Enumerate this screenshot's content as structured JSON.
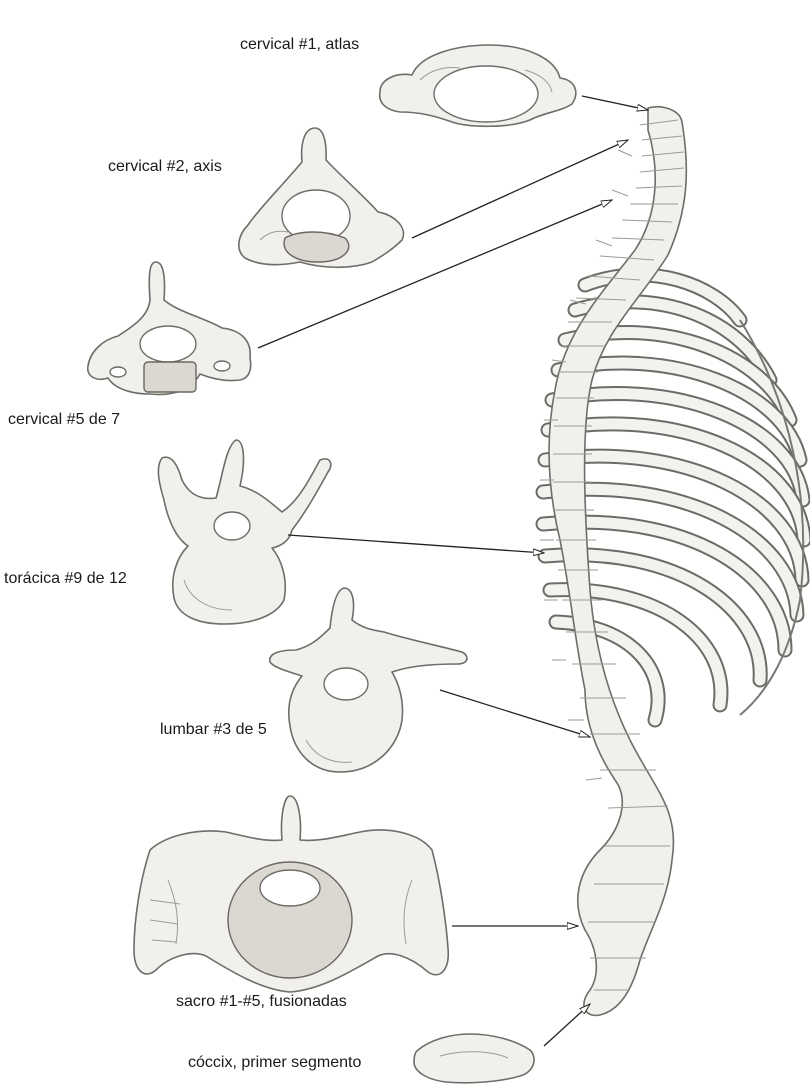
{
  "labels": {
    "atlas": "cervical #1, atlas",
    "axis": "cervical #2, axis",
    "c5": "cervical #5 de 7",
    "t9": "torácica #9 de 12",
    "l3": "lumbar #3 de 5",
    "sacrum": "sacro #1-#5, fusionadas",
    "coccyx": "cóccix, primer segmento"
  },
  "colors": {
    "bone_fill": "#f1f0ec",
    "bone_outline": "#6f6d68",
    "arrow": "#222222",
    "background": "#ffffff"
  }
}
